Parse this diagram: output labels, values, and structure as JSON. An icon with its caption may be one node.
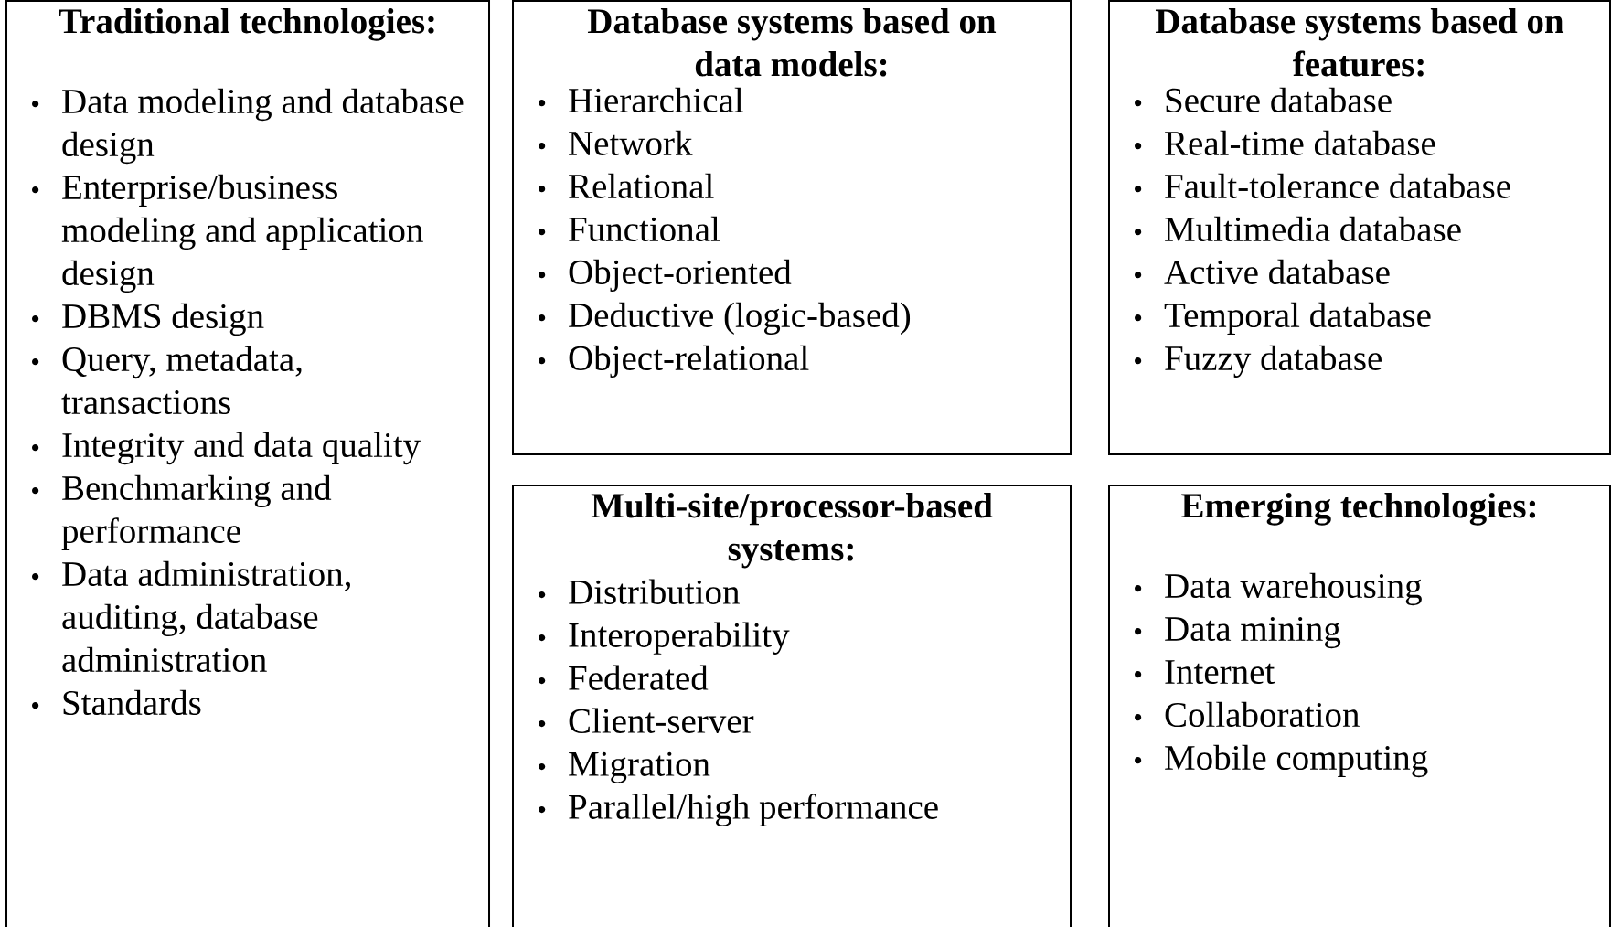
{
  "diagram": {
    "nodes": [
      {
        "text": [
          "Traditional technologies:",
          "Data modeling and database design",
          "Enterprise/business modeling and application design",
          "DBMS design",
          "Query, metadata, transactions",
          "Integrity and data quality",
          "Benchmarking and performance",
          "Data administration, auditing, database administration",
          "Standards"
        ]
      },
      {
        "text": [
          "Database systems based on data models:",
          "Hierarchical",
          "Network",
          "Relational",
          "Functional",
          "Object-oriented",
          "Deductive (logic-based)",
          "Object-relational"
        ]
      },
      {
        "text": [
          "Database systems based on features:",
          "Secure database",
          "Real-time database",
          "Fault-tolerance database",
          "Multimedia database",
          "Active database",
          "Temporal database",
          "Fuzzy database"
        ]
      },
      {
        "text": [
          "Multi-site/processor-based systems:",
          "Distribution",
          "Interoperability",
          "Federated",
          "Client-server",
          "Migration",
          "Parallel/high performance"
        ]
      },
      {
        "text": [
          "Emerging technologies:",
          "Data warehousing",
          "Data mining",
          "Internet",
          "Collaboration",
          "Mobile computing"
        ]
      }
    ]
  }
}
